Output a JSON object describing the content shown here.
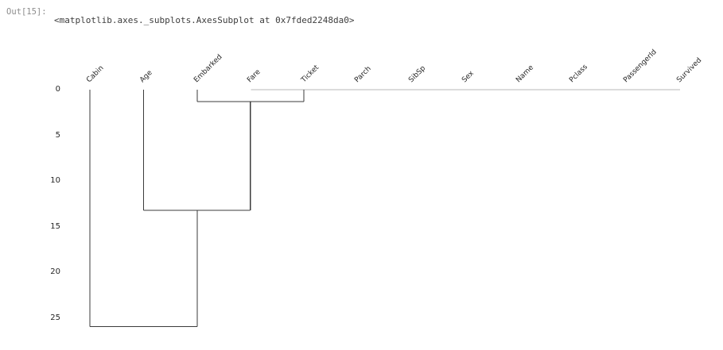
{
  "notebook": {
    "out_prompt": "Out[15]:",
    "out_text": "<matplotlib.axes._subplots.AxesSubplot at 0x7fded2248da0>"
  },
  "colors": {
    "background": "#ffffff",
    "link_dark": "#3b3b3b",
    "link_light": "#dcdcdc",
    "label_text": "#262626",
    "prompt_text": "#8c8c8c",
    "repr_text": "#3d3d3d"
  },
  "chart_data": {
    "type": "dendrogram",
    "title": "",
    "orientation": "top-leaves-axis-downward",
    "grid": false,
    "leaves": [
      "Cabin",
      "Age",
      "Embarked",
      "Fare",
      "Ticket",
      "Parch",
      "SibSp",
      "Sex",
      "Name",
      "Pclass",
      "PassengerId",
      "Survived"
    ],
    "yticks": [
      0,
      5,
      10,
      15,
      20,
      25
    ],
    "ylim": [
      0,
      28.5
    ],
    "zero_cluster": {
      "leaves": [
        "Fare",
        "Ticket",
        "Parch",
        "SibSp",
        "Sex",
        "Name",
        "Pclass",
        "PassengerId",
        "Survived"
      ],
      "height": 0
    },
    "merges": [
      {
        "join": [
          "Embarked",
          "zero_cluster"
        ],
        "height": 1.3
      },
      {
        "join": [
          "Age",
          "cluster(Embarked+zero_cluster)"
        ],
        "height": 13.2
      },
      {
        "join": [
          "Cabin",
          "cluster(Age+...)"
        ],
        "height": 25.9
      }
    ],
    "segments": [
      {
        "x1": 3,
        "y1": 0,
        "x2": 11,
        "y2": 0,
        "shade": "light"
      },
      {
        "x1": 2,
        "y1": 0,
        "x2": 2,
        "y2": 1.3,
        "shade": "dark"
      },
      {
        "x1": 3.99,
        "y1": 0,
        "x2": 3.99,
        "y2": 1.3,
        "shade": "dark"
      },
      {
        "x1": 2,
        "y1": 1.3,
        "x2": 3.99,
        "y2": 1.3,
        "shade": "dark"
      },
      {
        "x1": 2.99,
        "y1": 1.3,
        "x2": 2.99,
        "y2": 13.2,
        "shade": "dark"
      },
      {
        "x1": 1,
        "y1": 0,
        "x2": 1,
        "y2": 13.2,
        "shade": "dark"
      },
      {
        "x1": 1,
        "y1": 13.2,
        "x2": 2.99,
        "y2": 13.2,
        "shade": "dark"
      },
      {
        "x1": 2.0,
        "y1": 13.2,
        "x2": 2.0,
        "y2": 25.9,
        "shade": "dark"
      },
      {
        "x1": 0,
        "y1": 0,
        "x2": 0,
        "y2": 25.9,
        "shade": "dark"
      },
      {
        "x1": 0,
        "y1": 25.9,
        "x2": 2.0,
        "y2": 25.9,
        "shade": "dark"
      }
    ]
  }
}
